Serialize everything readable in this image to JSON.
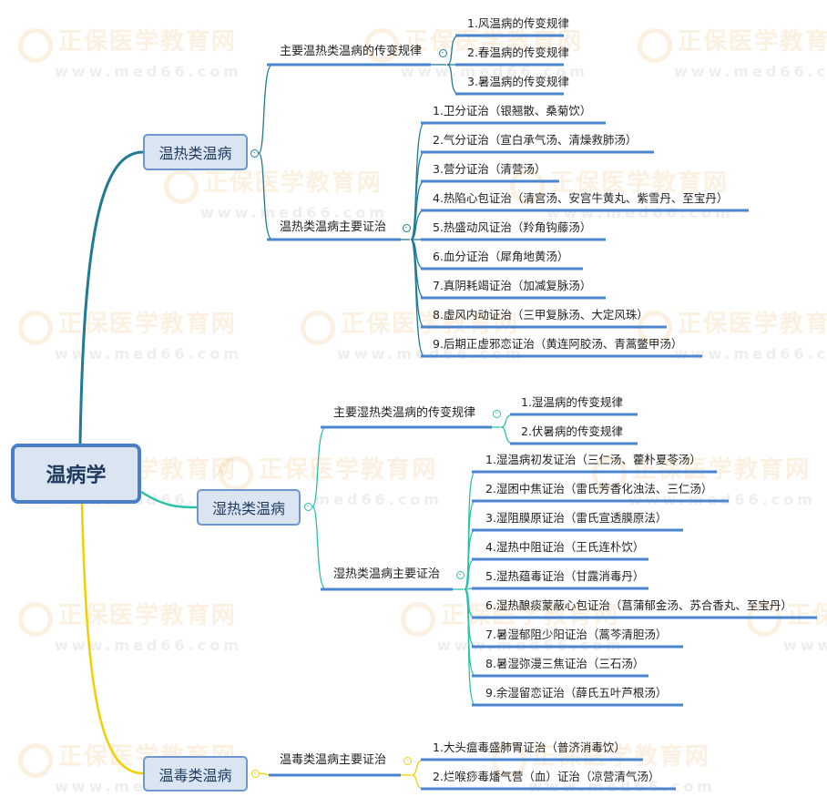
{
  "watermark": {
    "brand": "正保医学教育网",
    "url": "www.med66.com"
  },
  "root": {
    "label": "温病学"
  },
  "branches": [
    {
      "label": "温热类温病",
      "color": "#1f7a94",
      "sections": [
        {
          "label": "主要温热类温病的传变规律",
          "items": [
            "1.风温病的传变规律",
            "2.春温病的传变规律",
            "3.暑温病的传变规律"
          ]
        },
        {
          "label": "温热类温病主要证治",
          "items": [
            "1.卫分证治（银翘散、桑菊饮）",
            "2.气分证治（宣白承气汤、清燥救肺汤）",
            "3.营分证治（清营汤）",
            "4.热陷心包证治（清宫汤、安宫牛黄丸、紫雪丹、至宝丹）",
            "5.热盛动风证治（羚角钩藤汤）",
            "6.血分证治（犀角地黄汤）",
            "7.真阴耗竭证治（加减复脉汤）",
            "8.虚风内动证治（三甲复脉汤、大定风珠）",
            "9.后期正虚邪恋证治（黄连阿胶汤、青蒿鳖甲汤）"
          ]
        }
      ]
    },
    {
      "label": "湿热类温病",
      "color": "#2cc0a8",
      "sections": [
        {
          "label": "主要湿热类温病的传变规律",
          "items": [
            "1.湿温病的传变规律",
            "2.伏暑病的传变规律"
          ]
        },
        {
          "label": "湿热类温病主要证治",
          "items": [
            "1.湿温病初发证治（三仁汤、藿朴夏苓汤）",
            "2.湿困中焦证治（雷氏芳香化浊法、三仁汤）",
            "3.湿阻膜原证治（雷氏宣透膜原法）",
            "4.湿热中阻证治（王氏连朴饮）",
            "5.湿热蕴毒证治（甘露消毒丹）",
            "6.湿热酿痰蒙蔽心包证治（菖蒲郁金汤、苏合香丸、至宝丹）",
            "7.暑湿郁阻少阳证治（蒿芩清胆汤）",
            "8.暑湿弥漫三焦证治（三石汤）",
            "9.余湿留恋证治（薛氏五叶芦根汤）"
          ]
        }
      ]
    },
    {
      "label": "温毒类温病",
      "color": "#f2d000",
      "sections": [
        {
          "label": "温毒类温病主要证治",
          "items": [
            "1.大头瘟毒盛肺胃证治（普济消毒饮）",
            "2.烂喉痧毒燔气营（血）证治（凉营清气汤）"
          ]
        }
      ]
    }
  ],
  "line_color": "#4a86d0",
  "collapse_symbol": "-"
}
